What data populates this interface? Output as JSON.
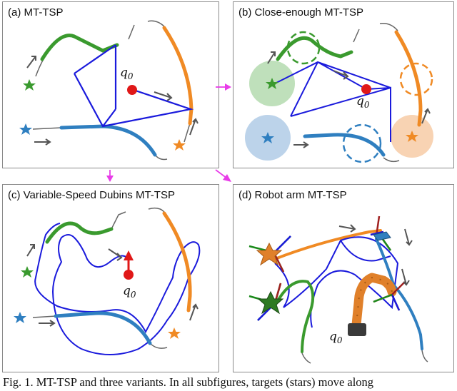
{
  "panels": [
    {
      "id": "a",
      "title": "(a) MT-TSP"
    },
    {
      "id": "b",
      "title": "(b) Close-enough MT-TSP"
    },
    {
      "id": "c",
      "title": "(c) Variable-Speed Dubins MT-TSP"
    },
    {
      "id": "d",
      "title": "(d) Robot arm MT-TSP"
    }
  ],
  "start_label": "q",
  "start_subscript": "0",
  "caption": "Fig. 1.  MT-TSP and three variants. In all subfigures, targets (stars) move along",
  "colors": {
    "green": "#3a9a2e",
    "orange": "#f08a24",
    "blue_target": "#2f7fc0",
    "tour": "#1a1adc",
    "start": "#e01818",
    "connector": "#e83ce8",
    "gray": "#555555"
  }
}
